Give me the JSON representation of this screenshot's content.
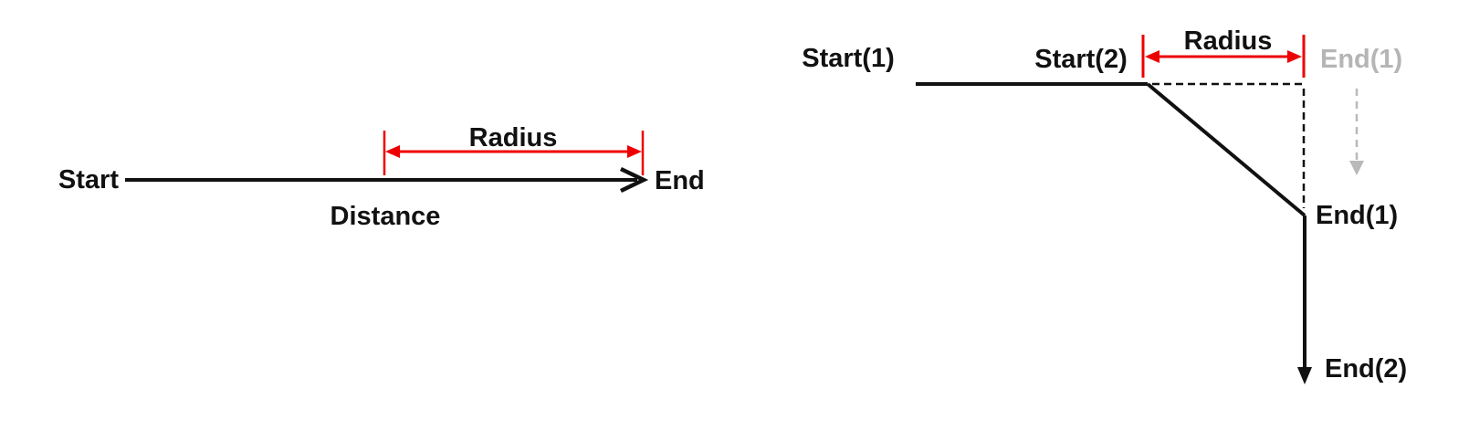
{
  "palette": {
    "line_black": "#111111",
    "accent_red": "#ee0000",
    "ghost_gray": "#b5b5b5"
  },
  "left_diagram": {
    "start_label": "Start",
    "end_label": "End",
    "radius_label": "Radius",
    "distance_label": "Distance"
  },
  "right_diagram": {
    "start1_label": "Start(1)",
    "start2_label": "Start(2)",
    "radius_label": "Radius",
    "end1_ghost_label": "End(1)",
    "end1_label": "End(1)",
    "end2_label": "End(2)"
  }
}
